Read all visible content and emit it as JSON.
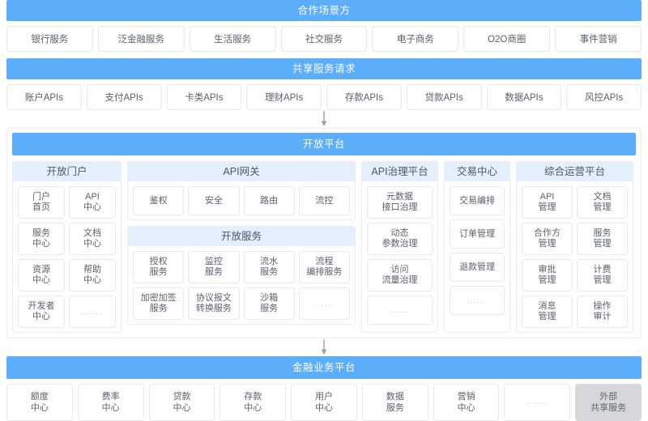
{
  "theme": {
    "band_blue": "#5cadfa",
    "subhead_blue": "#e3f0fc",
    "cell_border": "#e8e9ed",
    "text_gray": "#5a606b",
    "gray_box": "#d5d7da",
    "ellipsis": "......"
  },
  "sections": {
    "partners": {
      "title": "合作场景方",
      "items": [
        "银行服务",
        "泛金融服务",
        "生活服务",
        "社交服务",
        "电子商务",
        "O2O商圈",
        "事件营销"
      ]
    },
    "shared_request": {
      "title": "共享服务请求",
      "items": [
        "账户APIs",
        "支付APIs",
        "卡类APIs",
        "理财APIs",
        "存款APIs",
        "贷款APIs",
        "数据APIs",
        "风控APIs"
      ]
    },
    "open_platform": {
      "title": "开放平台",
      "portal": {
        "title": "开放门户",
        "cells": [
          {
            "l1": "门户",
            "l2": "首页"
          },
          {
            "l1": "API",
            "l2": "中心"
          },
          {
            "l1": "服务",
            "l2": "中心"
          },
          {
            "l1": "文档",
            "l2": "中心"
          },
          {
            "l1": "资源",
            "l2": "中心"
          },
          {
            "l1": "帮助",
            "l2": "中心"
          },
          {
            "l1": "开发者",
            "l2": "中心"
          },
          {
            "l1": "......",
            "l2": "",
            "ellipsis": true
          }
        ]
      },
      "gateway": {
        "title": "API网关",
        "cells": [
          {
            "l1": "鉴权"
          },
          {
            "l1": "安全"
          },
          {
            "l1": "路由"
          },
          {
            "l1": "流控"
          }
        ]
      },
      "open_service": {
        "title": "开放服务",
        "cells": [
          {
            "l1": "授权",
            "l2": "服务"
          },
          {
            "l1": "监控",
            "l2": "服务"
          },
          {
            "l1": "流水",
            "l2": "服务"
          },
          {
            "l1": "流程",
            "l2": "编排服务"
          },
          {
            "l1": "加密加签",
            "l2": "服务"
          },
          {
            "l1": "协议报文",
            "l2": "转换服务"
          },
          {
            "l1": "沙箱",
            "l2": "服务"
          },
          {
            "l1": "......",
            "l2": "",
            "ellipsis": true
          }
        ]
      },
      "governance": {
        "title": "API治理平台",
        "cells": [
          {
            "l1": "元数据",
            "l2": "接口治理"
          },
          {
            "l1": "动态",
            "l2": "参数治理"
          },
          {
            "l1": "访问",
            "l2": "流量治理"
          },
          {
            "l1": "......",
            "l2": "",
            "ellipsis": true
          }
        ]
      },
      "trade": {
        "title": "交易中心",
        "cells": [
          {
            "l1": "交易编排"
          },
          {
            "l1": "订单管理"
          },
          {
            "l1": "退款管理"
          },
          {
            "l1": "......",
            "ellipsis": true
          }
        ]
      },
      "ops": {
        "title": "综合运营平台",
        "cells": [
          {
            "l1": "API",
            "l2": "管理"
          },
          {
            "l1": "文档",
            "l2": "管理"
          },
          {
            "l1": "合作方",
            "l2": "管理"
          },
          {
            "l1": "服务",
            "l2": "管理"
          },
          {
            "l1": "审批",
            "l2": "管理"
          },
          {
            "l1": "计费",
            "l2": "管理"
          },
          {
            "l1": "消息",
            "l2": "管理"
          },
          {
            "l1": "操作",
            "l2": "审计"
          }
        ]
      }
    },
    "finance_platform": {
      "title": "金融业务平台",
      "items": [
        {
          "l1": "额度",
          "l2": "中心"
        },
        {
          "l1": "费率",
          "l2": "中心"
        },
        {
          "l1": "贷款",
          "l2": "中心"
        },
        {
          "l1": "存款",
          "l2": "中心"
        },
        {
          "l1": "用户",
          "l2": "中心"
        },
        {
          "l1": "数据",
          "l2": "服务"
        },
        {
          "l1": "营销",
          "l2": "中心"
        },
        {
          "l1": "......",
          "l2": "",
          "ellipsis": true
        },
        {
          "l1": "外部",
          "l2": "共享服务",
          "gray": true
        }
      ]
    }
  },
  "connectors": [
    {
      "name": "arrow-partners-to-open-platform",
      "direction": "down"
    },
    {
      "name": "arrow-open-platform-to-finance",
      "direction": "down"
    }
  ]
}
